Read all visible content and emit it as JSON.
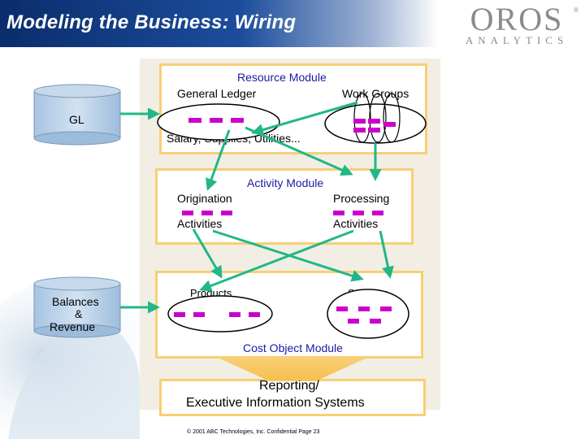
{
  "header": {
    "title": "Modeling the Business: Wiring",
    "logo_main": "OROS",
    "logo_sub": "ANALYTICS",
    "logo_reg": "®"
  },
  "resource_module": {
    "title": "Resource Module",
    "general_ledger": "General Ledger",
    "work_groups": "Work Groups",
    "resources": "Salary, Supplies, Utilities..."
  },
  "activity_module": {
    "title": "Activity Module",
    "origination": "Origination",
    "processing": "Processing",
    "origination_activities": "Activities",
    "processing_activities": "Activities"
  },
  "cost_object_module": {
    "title": "Cost Object Module",
    "products": "Products",
    "services": "Services"
  },
  "reporting": {
    "line1": "Reporting/",
    "line2": "Executive Information Systems"
  },
  "sources": {
    "gl": "GL",
    "balances_1": "Balances",
    "balances_2": "&",
    "balances_3": "Revenue"
  },
  "footer": "© 2001 ABC Technologies, Inc. Confidential Page 23",
  "colors": {
    "arrow": "#21b789",
    "module_border": "#f8cf74",
    "dash": "#cc00cc",
    "title_bar": "#0a2d6b",
    "module_title": "#1a1aa6"
  }
}
